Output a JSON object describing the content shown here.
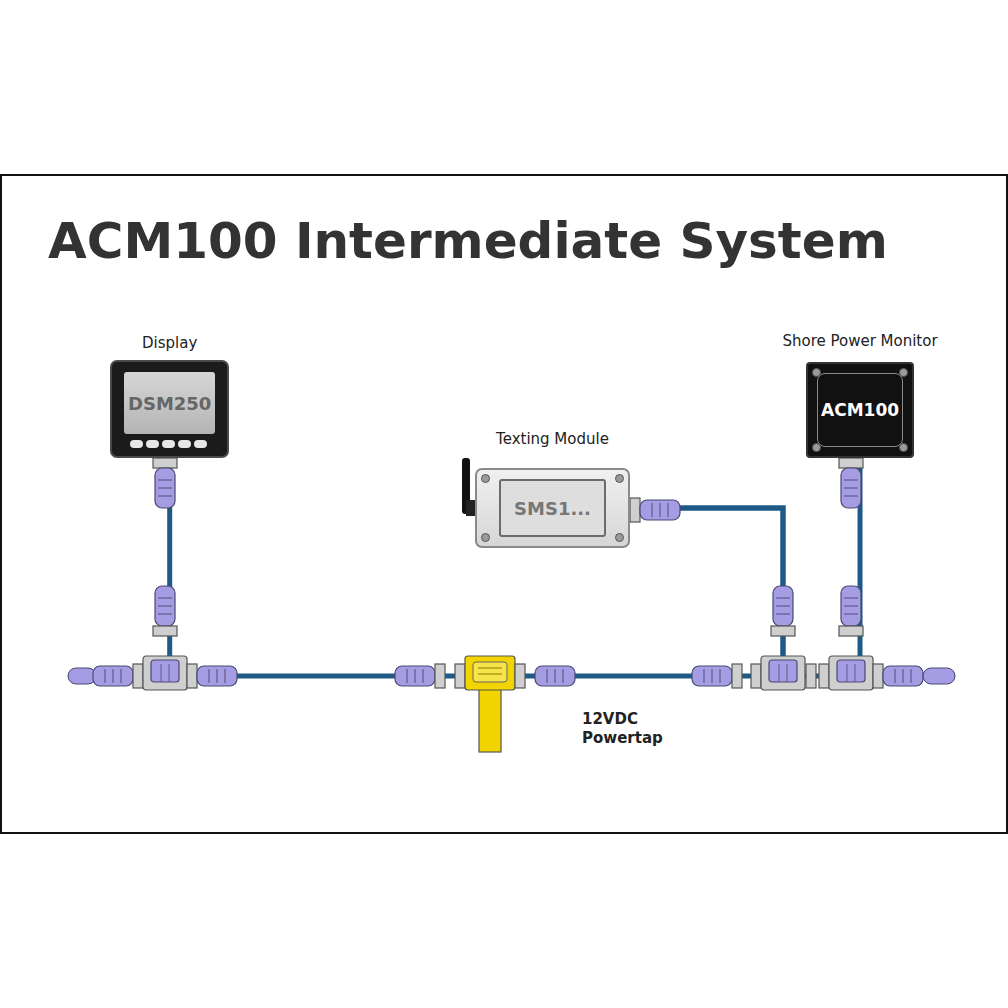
{
  "diagram": {
    "title": "ACM100 Intermediate System",
    "nodes": [
      {
        "text": [
          "Display",
          "DSM250"
        ]
      },
      {
        "text": [
          "Texting Module",
          "SMS1..."
        ]
      },
      {
        "text": [
          "Shore Power Monitor",
          "ACM100"
        ]
      }
    ],
    "edges": [
      {
        "from": 0,
        "to": 1,
        "arrow": "none"
      },
      {
        "from": 1,
        "to": 2,
        "arrow": "none"
      }
    ],
    "labels": [
      "12VDC Powertap"
    ]
  }
}
